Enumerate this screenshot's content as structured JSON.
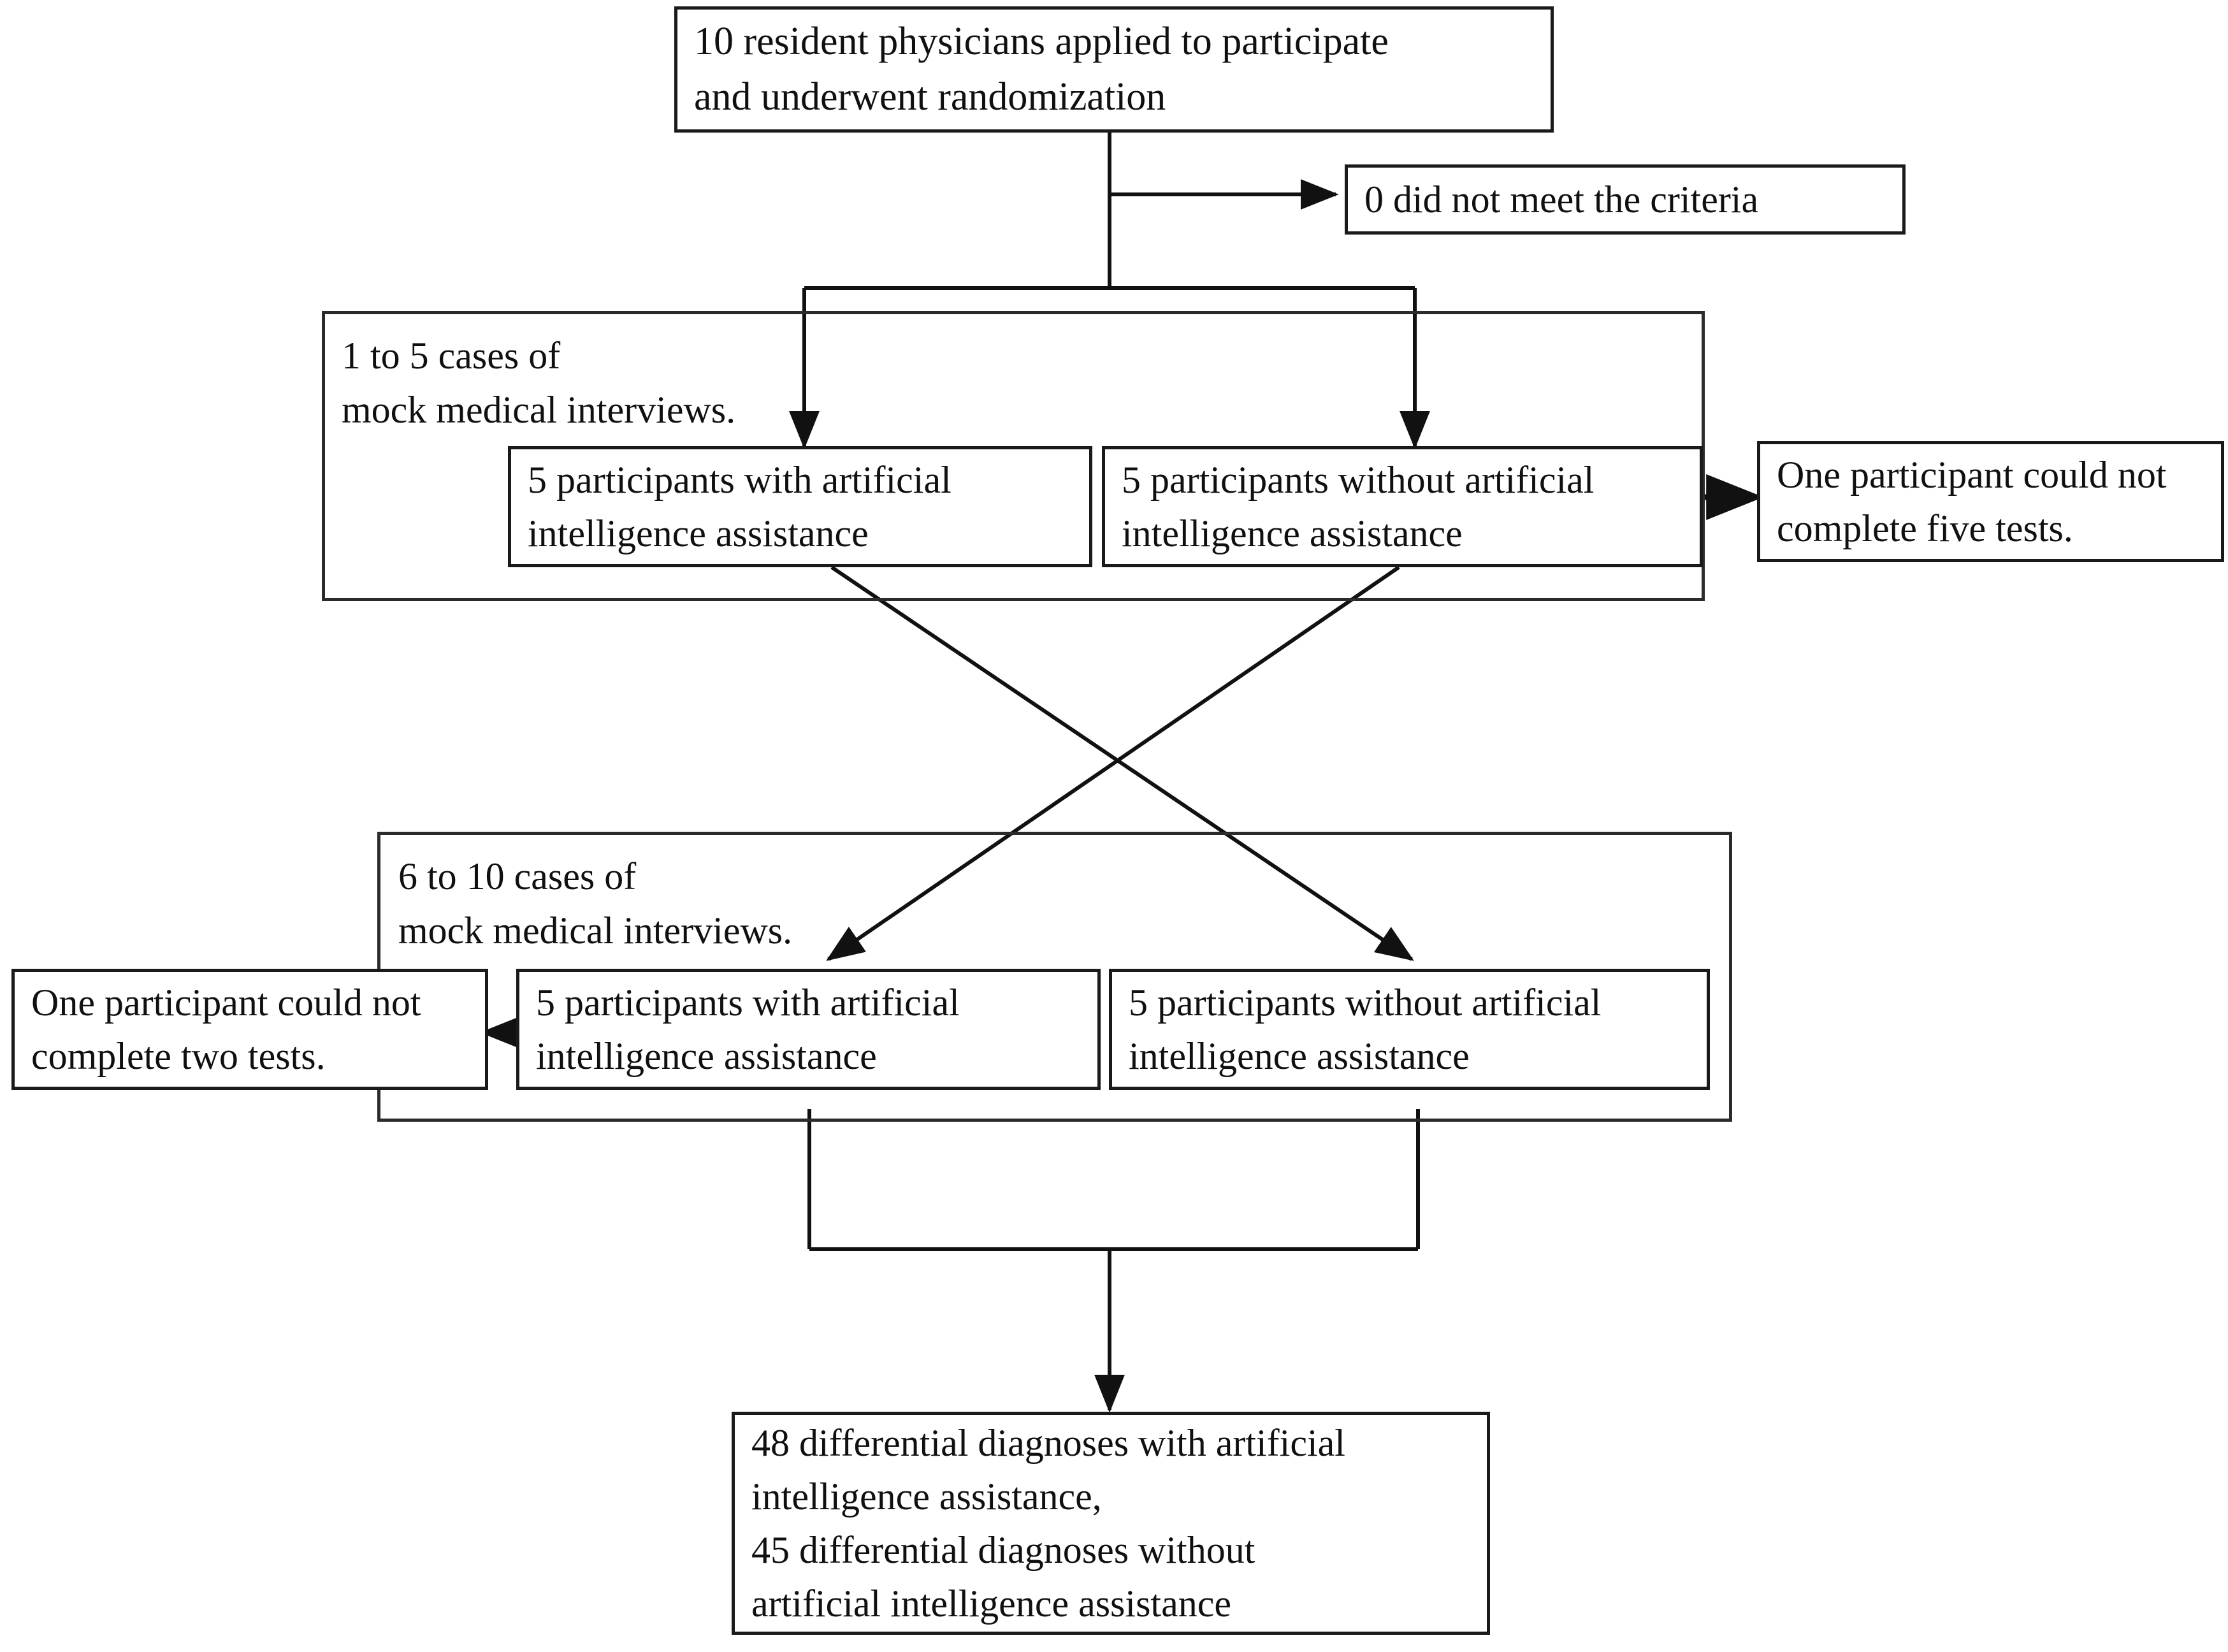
{
  "diagram": {
    "type": "flowchart",
    "title": "CONSORT-style participant flow diagram for a randomized crossover trial of artificial intelligence assistance in differential diagnosis",
    "nodes": {
      "enrollment": {
        "id": "enrollment",
        "lines": [
          "10 resident physicians applied to participate",
          "and underwent randomization"
        ]
      },
      "excluded": {
        "id": "excluded",
        "lines": [
          "0 did not meet the criteria"
        ]
      },
      "period1_with_ai": {
        "id": "period1-with-ai",
        "lines": [
          "5 participants  with artificial",
          "intelligence assistance"
        ]
      },
      "period1_without_ai": {
        "id": "period1-without-ai",
        "lines": [
          "5 participants  without artificial",
          "intelligence assistance"
        ]
      },
      "dropout_five_tests": {
        "id": "dropout-five-tests",
        "lines": [
          "One participant  could not",
          "complete five tests."
        ]
      },
      "period2_with_ai": {
        "id": "period2-with-ai",
        "lines": [
          "5 participants  with artificial",
          "intelligence assistance"
        ]
      },
      "period2_without_ai": {
        "id": "period2-without-ai",
        "lines": [
          "5 participants  without artificial",
          "intelligence assistance"
        ]
      },
      "dropout_two_tests": {
        "id": "dropout-two-tests",
        "lines": [
          "One participant  could not",
          "complete two tests."
        ]
      },
      "outcome": {
        "id": "outcome",
        "lines": [
          "48 differential diagnoses with artificial",
          "intelligence assistance,",
          "45 differential diagnoses without",
          "artificial intelligence assistance"
        ]
      }
    },
    "groups": {
      "period1": {
        "id": "period-1",
        "label": "1 to 5 cases of\nmock medical interviews."
      },
      "period2": {
        "id": "period-2",
        "label": "6 to 10 cases of\nmock medical interviews."
      }
    },
    "colors": {
      "stroke": "#1a1a1a",
      "group_stroke": "#2b2b2b",
      "background": "#ffffff",
      "text": "#101010"
    }
  }
}
